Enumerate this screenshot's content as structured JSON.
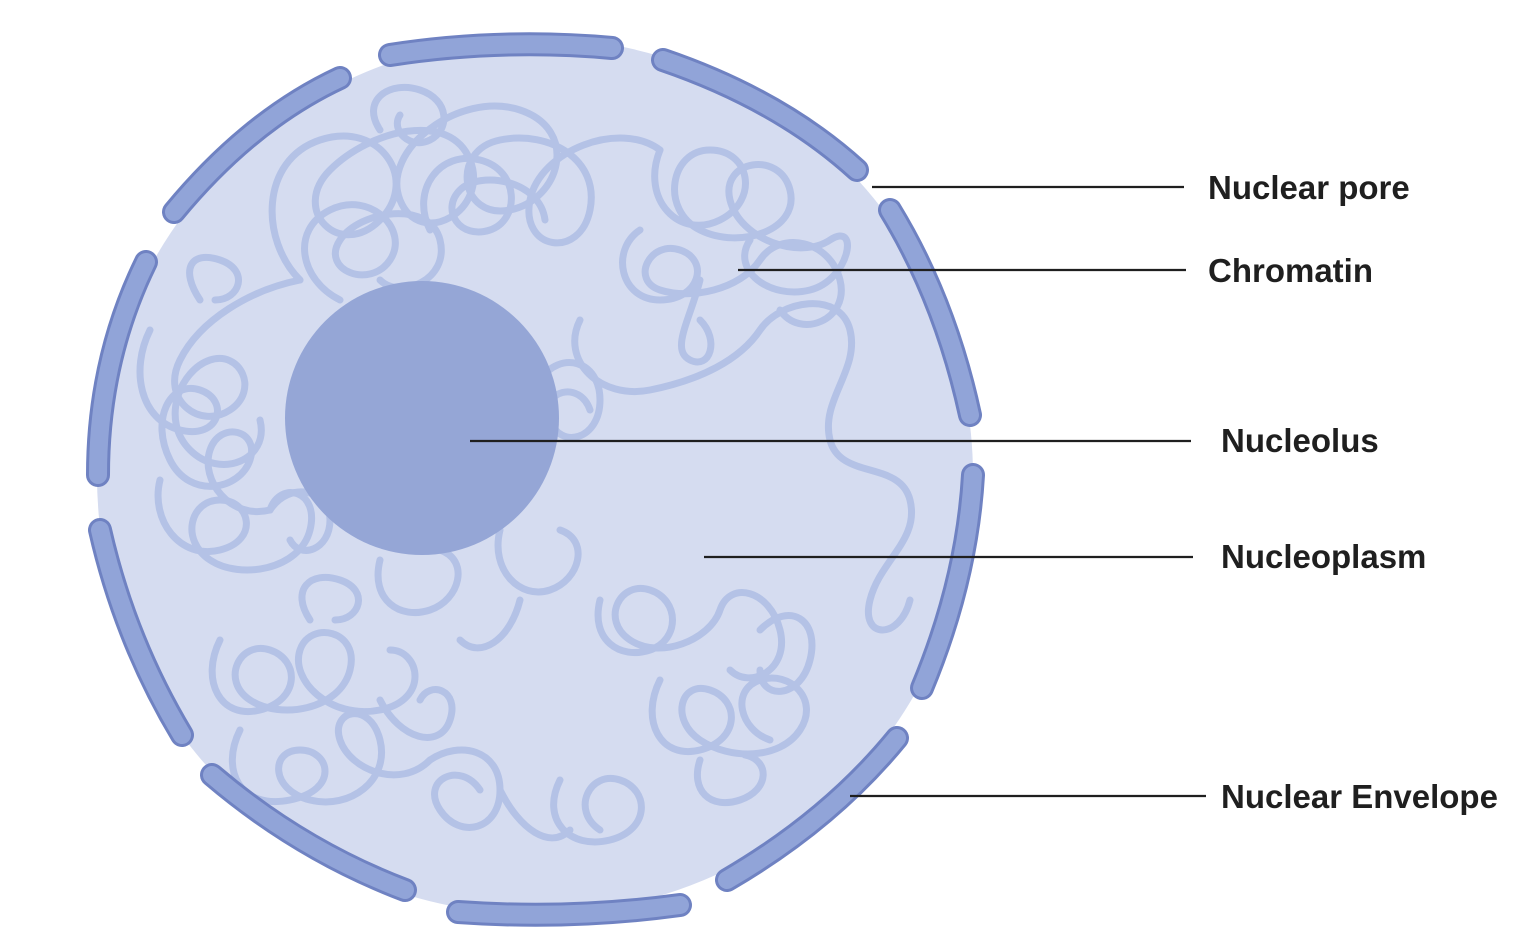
{
  "diagram": {
    "colors": {
      "background": "#ffffff",
      "nucleoplasm": "#d5dcf0",
      "envelope_fill": "#91a4d8",
      "envelope_stroke": "#6f82c2",
      "chromatin": "#b4c2e6",
      "nucleolus": "#95a6d6",
      "leader_line": "#1f1f1f",
      "label_text": "#1f1f1f"
    },
    "labels": {
      "nuclear_pore": "Nuclear pore",
      "chromatin": "Chromatin",
      "nucleolus": "Nucleolus",
      "nucleoplasm": "Nucleoplasm",
      "nuclear_envelope": "Nuclear Envelope"
    }
  }
}
